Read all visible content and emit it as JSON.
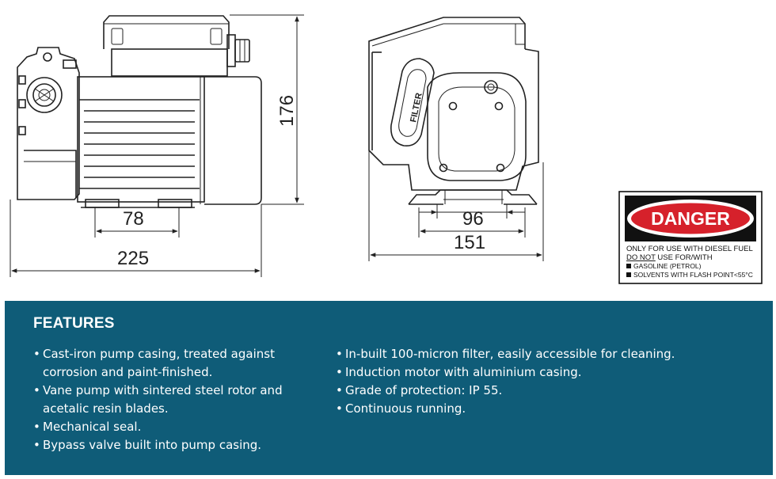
{
  "dimensions": {
    "side_height": "176",
    "side_base": "78",
    "side_length": "225",
    "front_inner": "96",
    "front_width": "151"
  },
  "nameplate": "FILTER",
  "danger_sign": {
    "heading": "DANGER",
    "line1": "ONLY FOR USE WITH DIESEL FUEL",
    "line2_underlined": "DO NOT",
    "line2_rest": " USE FOR/WITH",
    "items": [
      "GASOLINE (PETROL)",
      "SOLVENTS WITH FLASH POINT<55°C"
    ],
    "colors": {
      "red": "#d6212b",
      "black": "#111111"
    }
  },
  "features": {
    "title": "FEATURES",
    "left_items": [
      "Cast-iron pump casing, treated against corrosion and paint-finished.",
      "Vane pump with sintered steel rotor and acetalic resin blades.",
      "Mechanical seal.",
      "Bypass valve built into pump casing."
    ],
    "right_items": [
      "In-built 100-micron filter, easily accessible for cleaning.",
      "Induction motor with aluminium casing.",
      "Grade of protection: IP 55.",
      "Continuous running."
    ],
    "colors": {
      "panel": "#0f5c78",
      "text": "#ffffff"
    }
  }
}
